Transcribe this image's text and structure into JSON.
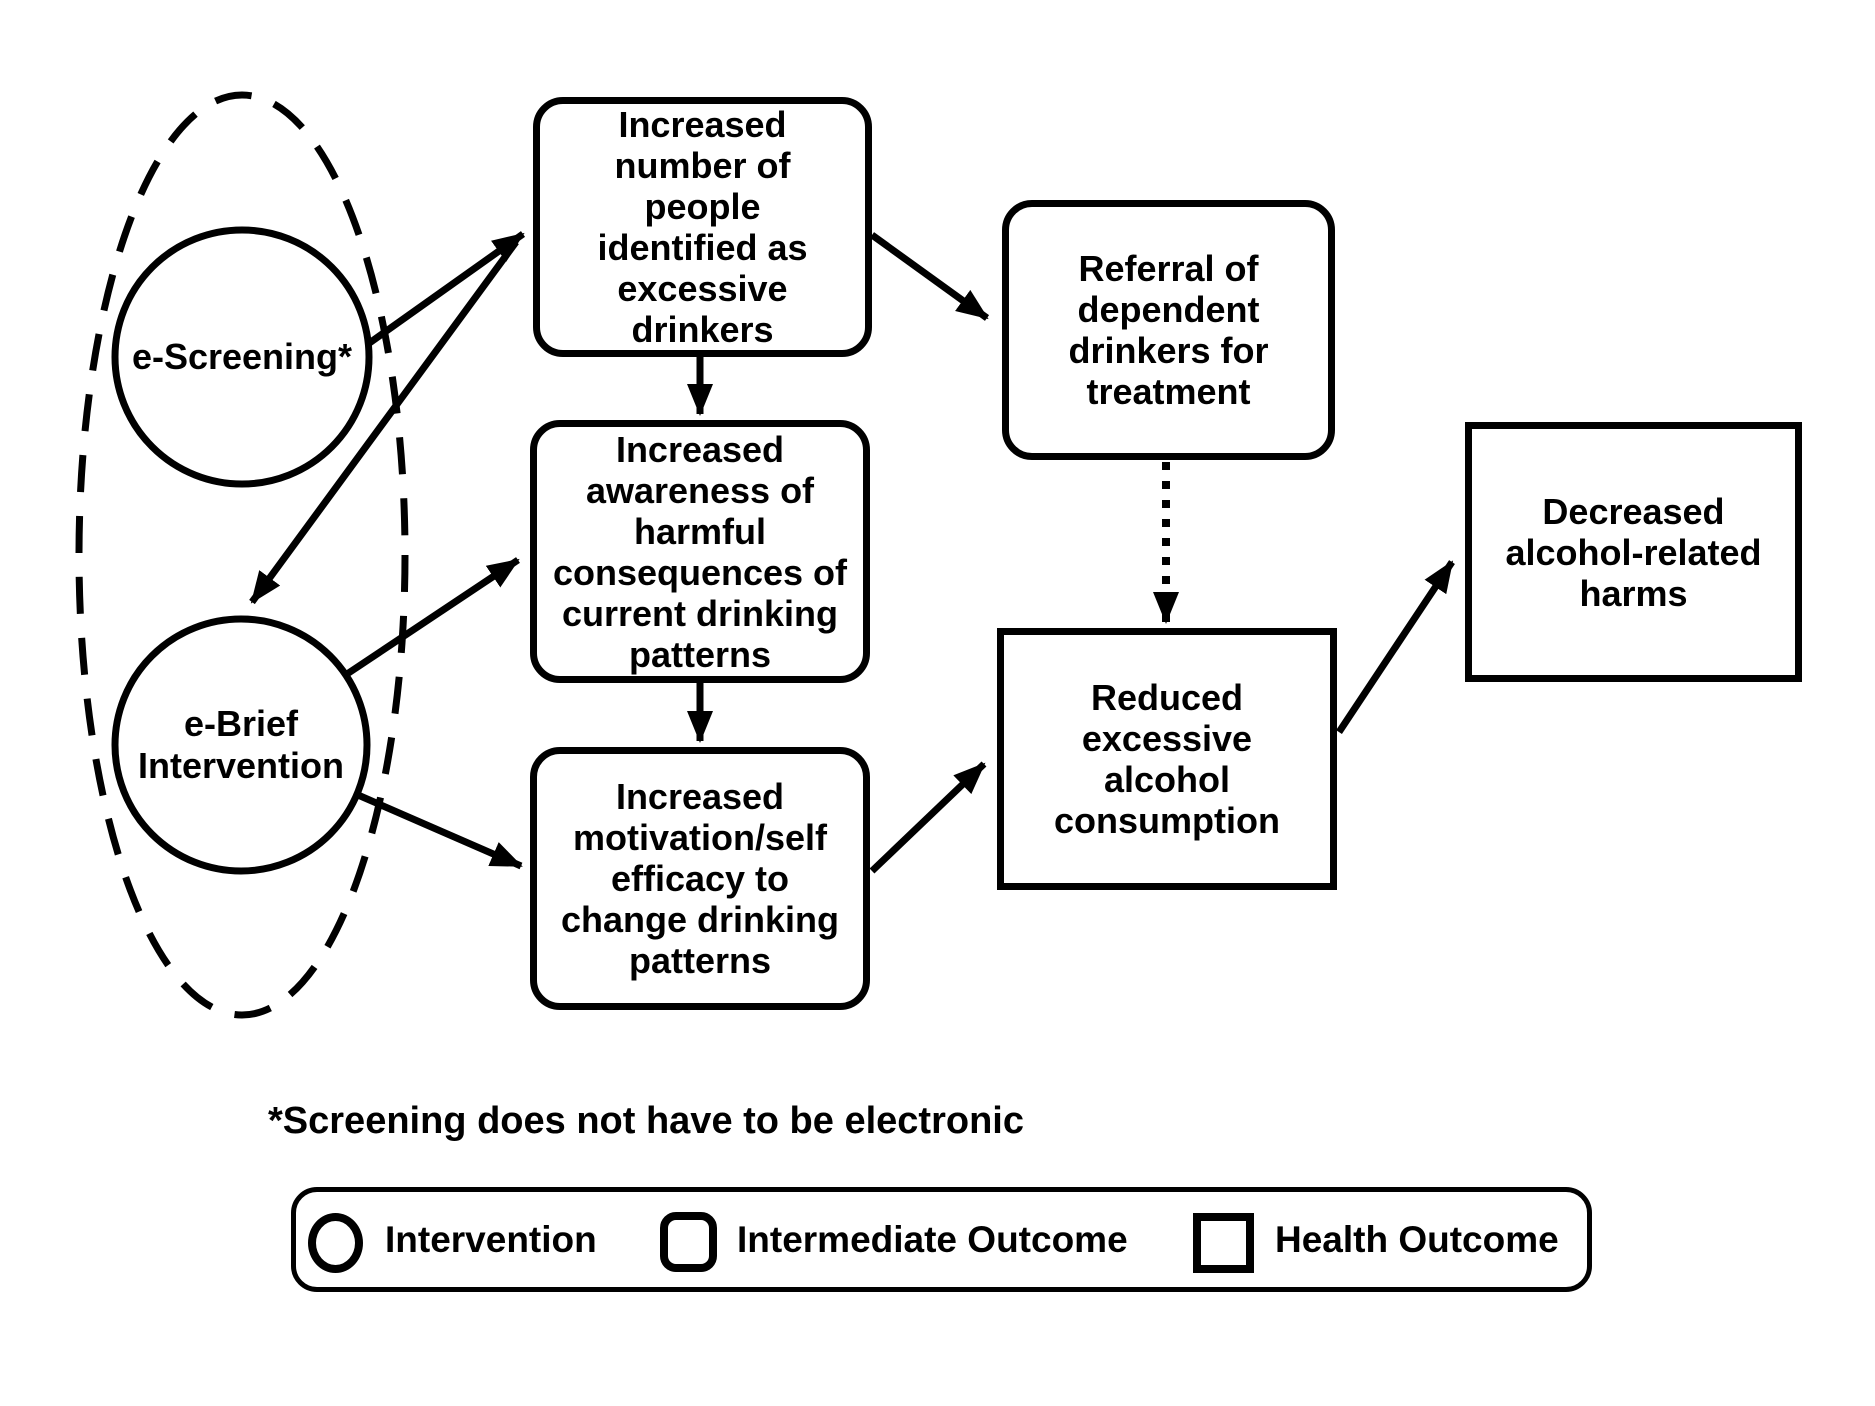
{
  "diagram": {
    "nodes": {
      "e_screening": {
        "label": "e-Screening*",
        "shape": "circle",
        "role": "intervention"
      },
      "e_brief": {
        "label": "e-Brief\nIntervention",
        "shape": "circle",
        "role": "intervention"
      },
      "identified": {
        "label": "Increased\nnumber of\npeople\nidentified as\nexcessive\ndrinkers",
        "shape": "rounded-square",
        "role": "intermediate-outcome"
      },
      "awareness": {
        "label": "Increased\nawareness of\nharmful\nconsequences of\ncurrent drinking\npatterns",
        "shape": "rounded-square",
        "role": "intermediate-outcome"
      },
      "motivation": {
        "label": "Increased\nmotivation/self\nefficacy to\nchange drinking\npatterns",
        "shape": "rounded-square",
        "role": "intermediate-outcome"
      },
      "referral": {
        "label": "Referral of\ndependent\ndrinkers for\ntreatment",
        "shape": "rounded-square",
        "role": "intermediate-outcome"
      },
      "reduced": {
        "label": "Reduced\nexcessive\nalcohol\nconsumption",
        "shape": "square",
        "role": "health-outcome"
      },
      "decreased": {
        "label": "Decreased\nalcohol-related\nharms",
        "shape": "square",
        "role": "health-outcome"
      }
    },
    "edges": [
      {
        "from": "e_screening",
        "to": "identified",
        "style": "solid"
      },
      {
        "from": "identified",
        "to": "e_brief",
        "style": "solid"
      },
      {
        "from": "e_brief",
        "to": "awareness",
        "style": "solid"
      },
      {
        "from": "e_brief",
        "to": "motivation",
        "style": "solid"
      },
      {
        "from": "identified",
        "to": "referral",
        "style": "solid"
      },
      {
        "from": "identified",
        "to": "awareness",
        "style": "solid"
      },
      {
        "from": "awareness",
        "to": "motivation",
        "style": "solid"
      },
      {
        "from": "motivation",
        "to": "reduced",
        "style": "solid"
      },
      {
        "from": "referral",
        "to": "reduced",
        "style": "dotted"
      },
      {
        "from": "reduced",
        "to": "decreased",
        "style": "solid"
      }
    ],
    "footnote": "*Screening does not have to be electronic",
    "legend": {
      "items": [
        {
          "shape": "circle",
          "label": "Intervention"
        },
        {
          "shape": "rounded-square",
          "label": "Intermediate Outcome"
        },
        {
          "shape": "square",
          "label": "Health Outcome"
        }
      ]
    },
    "colors": {
      "ink": "#000000",
      "background": "#ffffff"
    }
  }
}
